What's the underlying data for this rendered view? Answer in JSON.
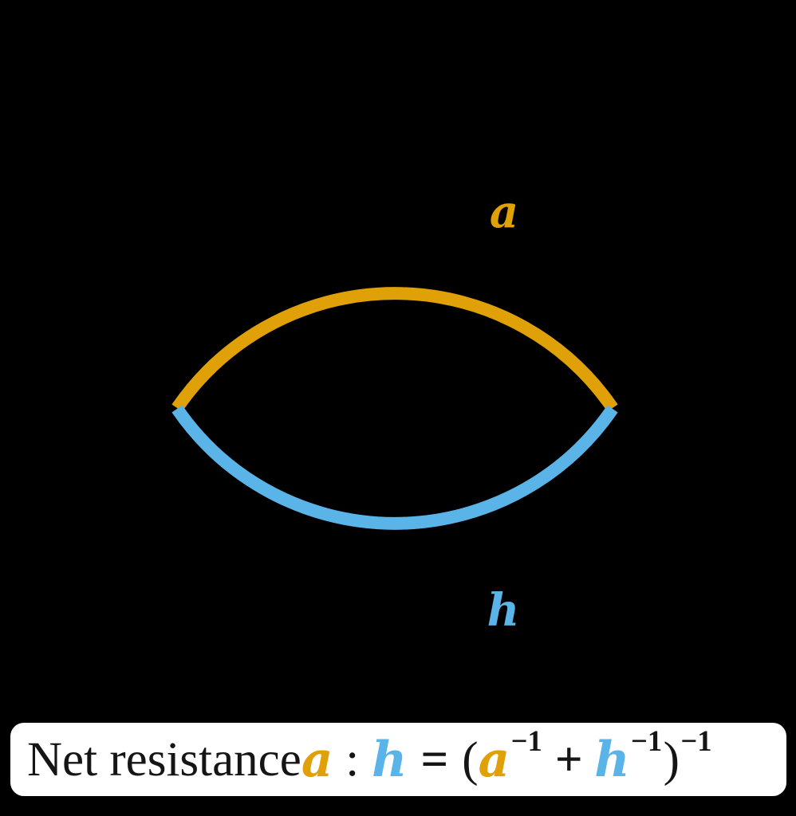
{
  "colors": {
    "background": "#000000",
    "orange": "#E0A008",
    "blue": "#5AB4E8",
    "box_background": "#FFFFFF",
    "ink": "#151515"
  },
  "diagram": {
    "label_a": "a",
    "label_h": "h"
  },
  "formula": {
    "segments": [
      {
        "text": "Net resistance "
      },
      {
        "text": "a"
      },
      {
        "text": ":"
      },
      {
        "text": "h"
      },
      {
        "text": "="
      },
      {
        "text": "("
      },
      {
        "text": "a"
      },
      {
        "text": "−1"
      },
      {
        "text": "+"
      },
      {
        "text": "h"
      },
      {
        "text": "−1"
      },
      {
        "text": ")"
      },
      {
        "text": "−1"
      }
    ]
  }
}
